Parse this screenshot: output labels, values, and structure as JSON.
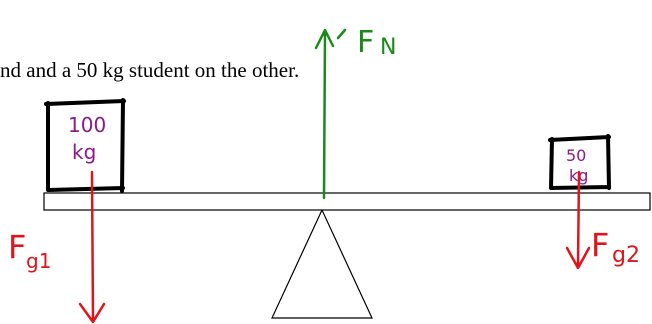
{
  "caption": "nd and a 50 kg student on the other.",
  "masses": {
    "left": {
      "value": "100",
      "unit": "kg"
    },
    "right": {
      "value": "50",
      "unit": "kg"
    }
  },
  "forces": {
    "normal": {
      "label": "F",
      "subscript": "N"
    },
    "gravity_left": {
      "label": "F",
      "subscript": "g1"
    },
    "gravity_right": {
      "label": "F",
      "subscript": "g2"
    }
  },
  "colors": {
    "ink": "#000000",
    "normal_force": "#1a8a1a",
    "gravity_force": "#e0151b",
    "mass_label": "#8b1a8b"
  }
}
